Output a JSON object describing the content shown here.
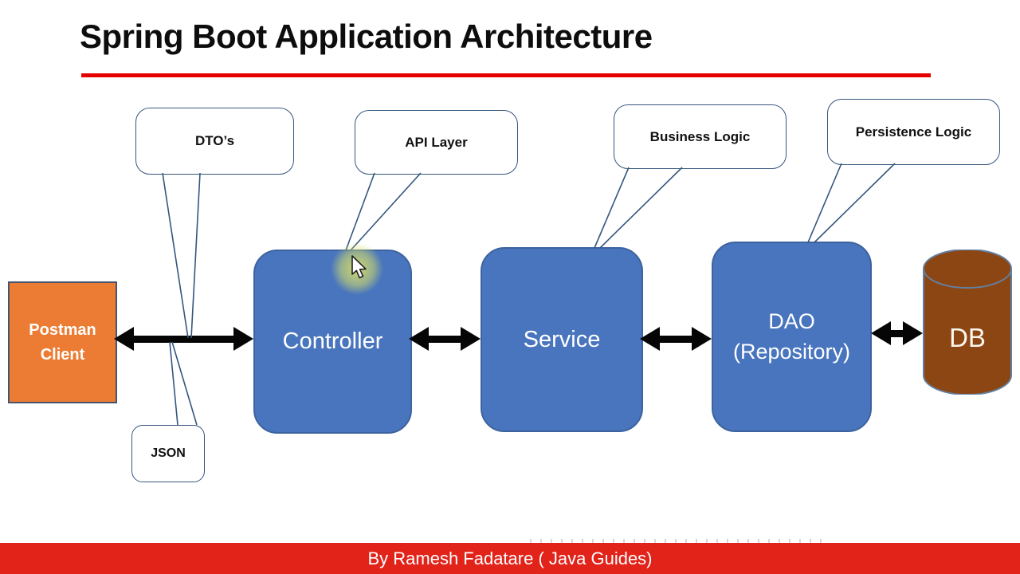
{
  "title": "Spring Boot Application Architecture",
  "callouts": [
    {
      "id": "dto",
      "label": "DTO’s"
    },
    {
      "id": "api",
      "label": "API Layer"
    },
    {
      "id": "business",
      "label": "Business Logic"
    },
    {
      "id": "persistence",
      "label": "Persistence Logic"
    },
    {
      "id": "json",
      "label": "JSON"
    }
  ],
  "nodes": [
    {
      "id": "postman",
      "label": "Postman Client"
    },
    {
      "id": "controller",
      "label": "Controller"
    },
    {
      "id": "service",
      "label": "Service"
    },
    {
      "id": "dao",
      "label": "DAO (Repository)"
    },
    {
      "id": "db",
      "label": "DB"
    }
  ],
  "footer": {
    "credit": "By Ramesh Fadatare ( Java Guides)"
  },
  "colors": {
    "title_underline": "#e60000",
    "footer_bar": "#e2231a",
    "node_blue": "#4875be",
    "node_orange": "#ec7c33",
    "db_brown": "#8c4614",
    "callout_border": "#35567e",
    "arrow_black": "#050505",
    "cursor_glow": "#d5de69"
  }
}
